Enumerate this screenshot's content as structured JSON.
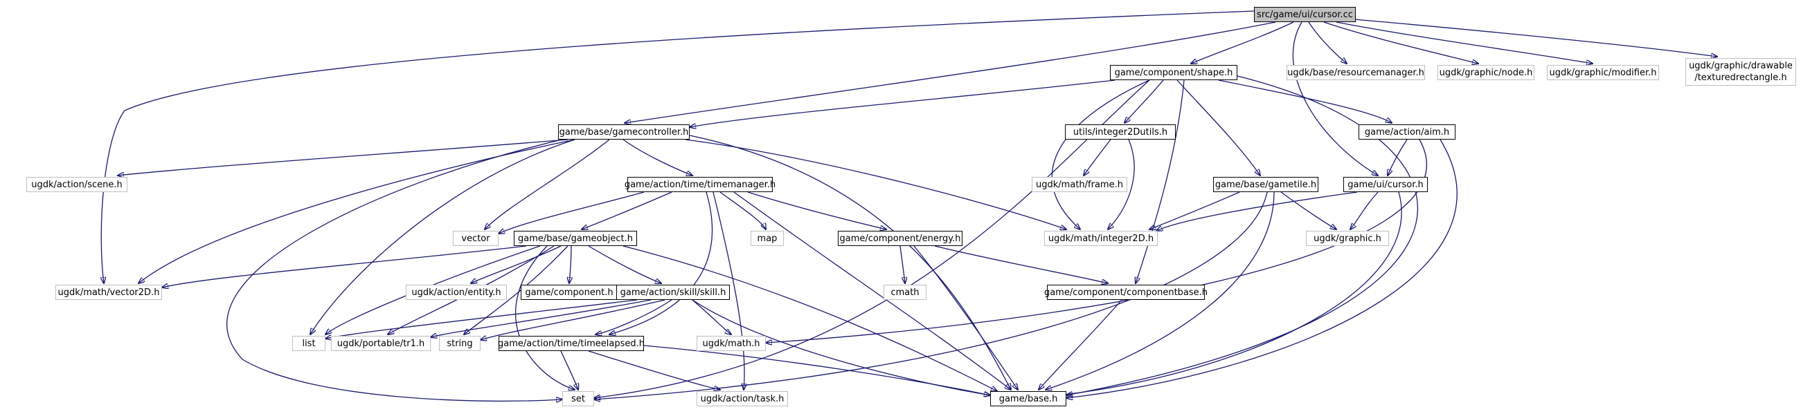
{
  "graph": {
    "nodes": {
      "cursor_cc": "src/game/ui/cursor.cc",
      "vector2d": "ugdk/math/vector2D.h",
      "gamecontroller": "game/base/gamecontroller.h",
      "shape": "game/component/shape.h",
      "resourcemanager": "ugdk/base/resourcemanager.h",
      "node": "ugdk/graphic/node.h",
      "modifier": "ugdk/graphic/modifier.h",
      "texturedrectangle": "ugdk/graphic/drawable\n/texturedrectangle.h",
      "cursor_h": "game/ui/cursor.h",
      "scene": "ugdk/action/scene.h",
      "timemanager": "game/action/time/timemanager.h",
      "vector": "vector",
      "integer2dutils": "utils/integer2Dutils.h",
      "frame": "ugdk/math/frame.h",
      "gametile": "game/base/gametile.h",
      "aim": "game/action/aim.h",
      "integer2d": "ugdk/math/integer2D.h",
      "graphic": "ugdk/graphic.h",
      "gameobject": "game/base/gameobject.h",
      "map": "map",
      "energy": "game/component/energy.h",
      "cmath": "cmath",
      "entity": "ugdk/action/entity.h",
      "component": "game/component.h",
      "skill": "game/action/skill/skill.h",
      "componentbase": "game/component/componentbase.h",
      "list": "list",
      "tr1": "ugdk/portable/tr1.h",
      "string": "string",
      "timeelapsed": "game/action/time/timeelapsed.h",
      "ugdkmath": "ugdk/math.h",
      "set": "set",
      "task": "ugdk/action/task.h",
      "base": "game/base.h"
    }
  }
}
